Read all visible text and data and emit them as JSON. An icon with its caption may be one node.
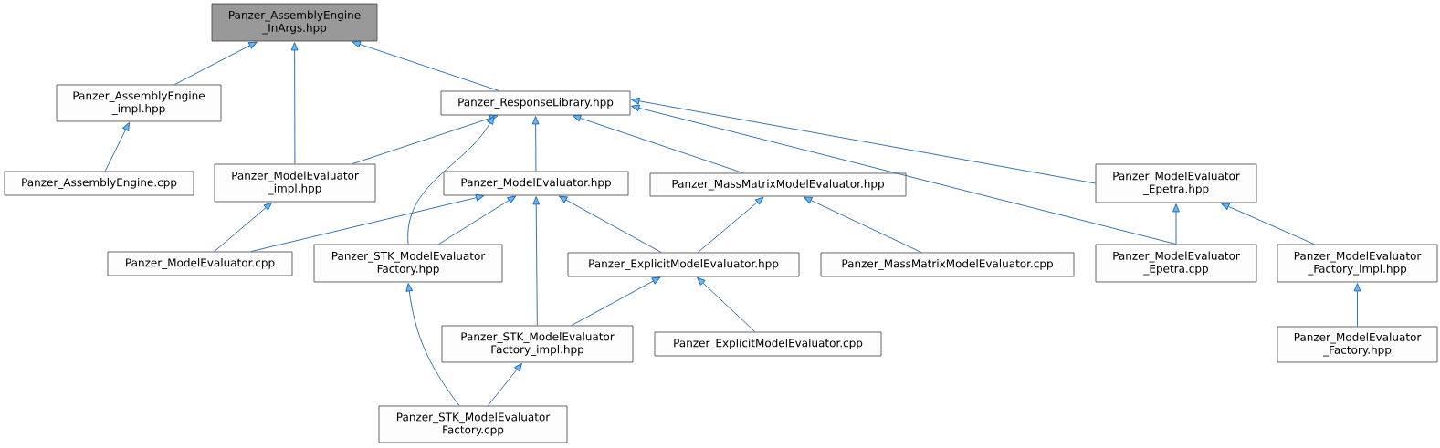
{
  "diagram": {
    "nodes": [
      {
        "text": [
          "Panzer_AssemblyEngine _InArgs.hpp"
        ]
      },
      {
        "text": [
          "Panzer_AssemblyEngine _impl.hpp"
        ]
      },
      {
        "text": [
          "Panzer_ResponseLibrary.hpp"
        ]
      },
      {
        "text": [
          "Panzer_AssemblyEngine.cpp"
        ]
      },
      {
        "text": [
          "Panzer_ModelEvaluator _impl.hpp"
        ]
      },
      {
        "text": [
          "Panzer_ModelEvaluator.hpp"
        ]
      },
      {
        "text": [
          "Panzer_MassMatrixModelEvaluator.hpp"
        ]
      },
      {
        "text": [
          "Panzer_ModelEvaluator _Epetra.hpp"
        ]
      },
      {
        "text": [
          "Panzer_ModelEvaluator.cpp"
        ]
      },
      {
        "text": [
          "Panzer_STK_ModelEvaluator Factory.hpp"
        ]
      },
      {
        "text": [
          "Panzer_ExplicitModelEvaluator.hpp"
        ]
      },
      {
        "text": [
          "Panzer_MassMatrixModelEvaluator.cpp"
        ]
      },
      {
        "text": [
          "Panzer_ModelEvaluator _Epetra.cpp"
        ]
      },
      {
        "text": [
          "Panzer_ModelEvaluator _Factory_impl.hpp"
        ]
      },
      {
        "text": [
          "Panzer_STK_ModelEvaluator Factory_impl.hpp"
        ]
      },
      {
        "text": [
          "Panzer_ExplicitModelEvaluator.cpp"
        ]
      },
      {
        "text": [
          "Panzer_ModelEvaluator _Factory.hpp"
        ]
      },
      {
        "text": [
          "Panzer_STK_ModelEvaluator Factory.cpp"
        ]
      }
    ],
    "edges": [
      {
        "from": 1,
        "to": 0,
        "arrow": "to"
      },
      {
        "from": 4,
        "to": 0,
        "arrow": "to"
      },
      {
        "from": 2,
        "to": 0,
        "arrow": "to"
      },
      {
        "from": 3,
        "to": 1,
        "arrow": "to"
      },
      {
        "from": 4,
        "to": 2,
        "arrow": "to"
      },
      {
        "from": 9,
        "to": 2,
        "arrow": "to"
      },
      {
        "from": 5,
        "to": 2,
        "arrow": "to"
      },
      {
        "from": 6,
        "to": 2,
        "arrow": "to"
      },
      {
        "from": 12,
        "to": 2,
        "arrow": "to"
      },
      {
        "from": 7,
        "to": 2,
        "arrow": "to"
      },
      {
        "from": 8,
        "to": 4,
        "arrow": "to"
      },
      {
        "from": 8,
        "to": 5,
        "arrow": "to"
      },
      {
        "from": 9,
        "to": 5,
        "arrow": "to"
      },
      {
        "from": 14,
        "to": 5,
        "arrow": "to"
      },
      {
        "from": 10,
        "to": 5,
        "arrow": "to"
      },
      {
        "from": 10,
        "to": 6,
        "arrow": "to"
      },
      {
        "from": 11,
        "to": 6,
        "arrow": "to"
      },
      {
        "from": 12,
        "to": 7,
        "arrow": "to"
      },
      {
        "from": 13,
        "to": 7,
        "arrow": "to"
      },
      {
        "from": 14,
        "to": 10,
        "arrow": "to"
      },
      {
        "from": 15,
        "to": 10,
        "arrow": "to"
      },
      {
        "from": 16,
        "to": 13,
        "arrow": "to"
      },
      {
        "from": 17,
        "to": 9,
        "arrow": "to"
      },
      {
        "from": 17,
        "to": 14,
        "arrow": "to"
      }
    ]
  }
}
